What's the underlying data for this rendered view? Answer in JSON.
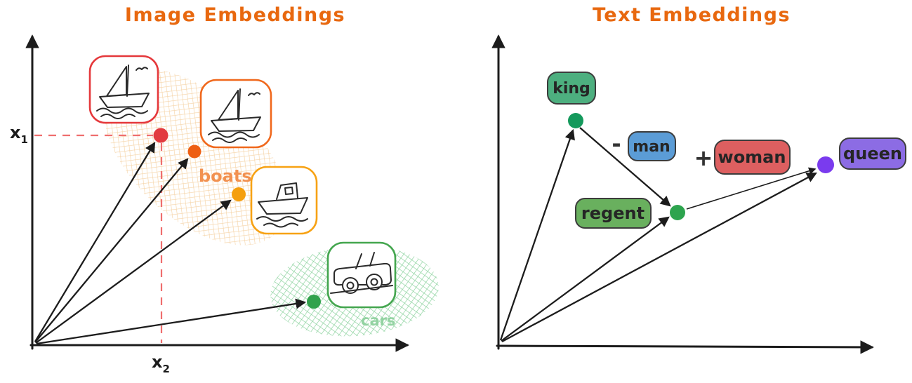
{
  "palette": {
    "title_orange": "#e8680f",
    "axis_black": "#1c1c1c",
    "dashed_red": "#ef6e6e",
    "boats_label_orange": "#f29150",
    "cars_label_green": "#93d3a2",
    "red_point": "#e23a3f",
    "dark_orange_point": "#ee5f13",
    "orange_point": "#f59f0e",
    "green_point": "#31a24c",
    "king_box_green": "#4daf7f",
    "regent_box_green": "#69b05e",
    "man_box_blue": "#5b9cd6",
    "woman_box_red": "#dd5f60",
    "queen_box_purple": "#8c6ce4",
    "queen_point_purple": "#7a3bee",
    "king_point_green": "#14995c",
    "regent_point_green": "#2da44e",
    "red_icon_border": "#e5383b",
    "dark_orange_icon_border": "#f0681c",
    "orange_icon_border": "#f7a214",
    "green_icon_border": "#44a64f"
  },
  "left_panel": {
    "title": "Image Embeddings",
    "y_axis_label": "x",
    "y_axis_subscript": "1",
    "x_axis_label": "x",
    "x_axis_subscript": "2",
    "clusters": {
      "boats": "boats",
      "cars": "cars"
    },
    "icons": [
      "sailboat-icon",
      "sailboat-icon",
      "motorboat-icon",
      "car-icon"
    ],
    "points": [
      {
        "name": "sailboat-point-red",
        "color": "#e23a3f"
      },
      {
        "name": "sailboat-point-dark-orange",
        "color": "#ee5f13"
      },
      {
        "name": "motorboat-point-orange",
        "color": "#f59f0e"
      },
      {
        "name": "car-point-green",
        "color": "#31a24c"
      }
    ]
  },
  "right_panel": {
    "title": "Text Embeddings",
    "labels": {
      "king": "king",
      "minus": "-",
      "man": "man",
      "plus": "+",
      "woman": "woman",
      "queen": "queen",
      "regent": "regent"
    },
    "points": [
      {
        "name": "king-point",
        "color": "#14995c"
      },
      {
        "name": "regent-point",
        "color": "#2da44e"
      },
      {
        "name": "queen-point",
        "color": "#7a3bee"
      }
    ]
  }
}
